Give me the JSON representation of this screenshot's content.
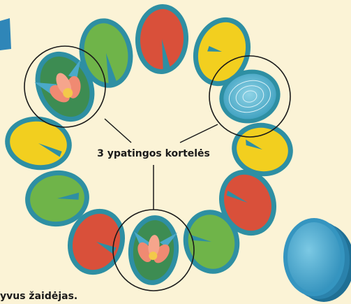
{
  "callout": {
    "label": "3 ypatingos kortelės"
  },
  "caption": {
    "bottom_text": "yvus žaidėjas."
  },
  "colors": {
    "background": "#fbf3d6",
    "card_border": "#2e8fa3",
    "pad_green": "#6fb449",
    "pad_red": "#d9503a",
    "pad_yellow": "#f2cf1f",
    "water_blue": "#4aa9c9",
    "lotus_pink": "#f08a72"
  },
  "cards": [
    {
      "id": "green-top-left",
      "kind": "lily-pad",
      "color": "green"
    },
    {
      "id": "red-top",
      "kind": "lily-pad",
      "color": "red"
    },
    {
      "id": "yellow-top-right",
      "kind": "lily-pad",
      "color": "yellow"
    },
    {
      "id": "lotus-left",
      "kind": "special-lotus"
    },
    {
      "id": "water-right",
      "kind": "special-water"
    },
    {
      "id": "yellow-left",
      "kind": "lily-pad",
      "color": "yellow"
    },
    {
      "id": "yellow-right",
      "kind": "lily-pad",
      "color": "yellow"
    },
    {
      "id": "green-left-low",
      "kind": "lily-pad",
      "color": "green"
    },
    {
      "id": "red-right",
      "kind": "lily-pad",
      "color": "red"
    },
    {
      "id": "red-bottom-left",
      "kind": "lily-pad",
      "color": "red"
    },
    {
      "id": "lotus-bottom",
      "kind": "special-lotus"
    },
    {
      "id": "green-bottom-right",
      "kind": "lily-pad",
      "color": "green"
    },
    {
      "id": "draw-pile",
      "kind": "face-down-stack"
    }
  ]
}
